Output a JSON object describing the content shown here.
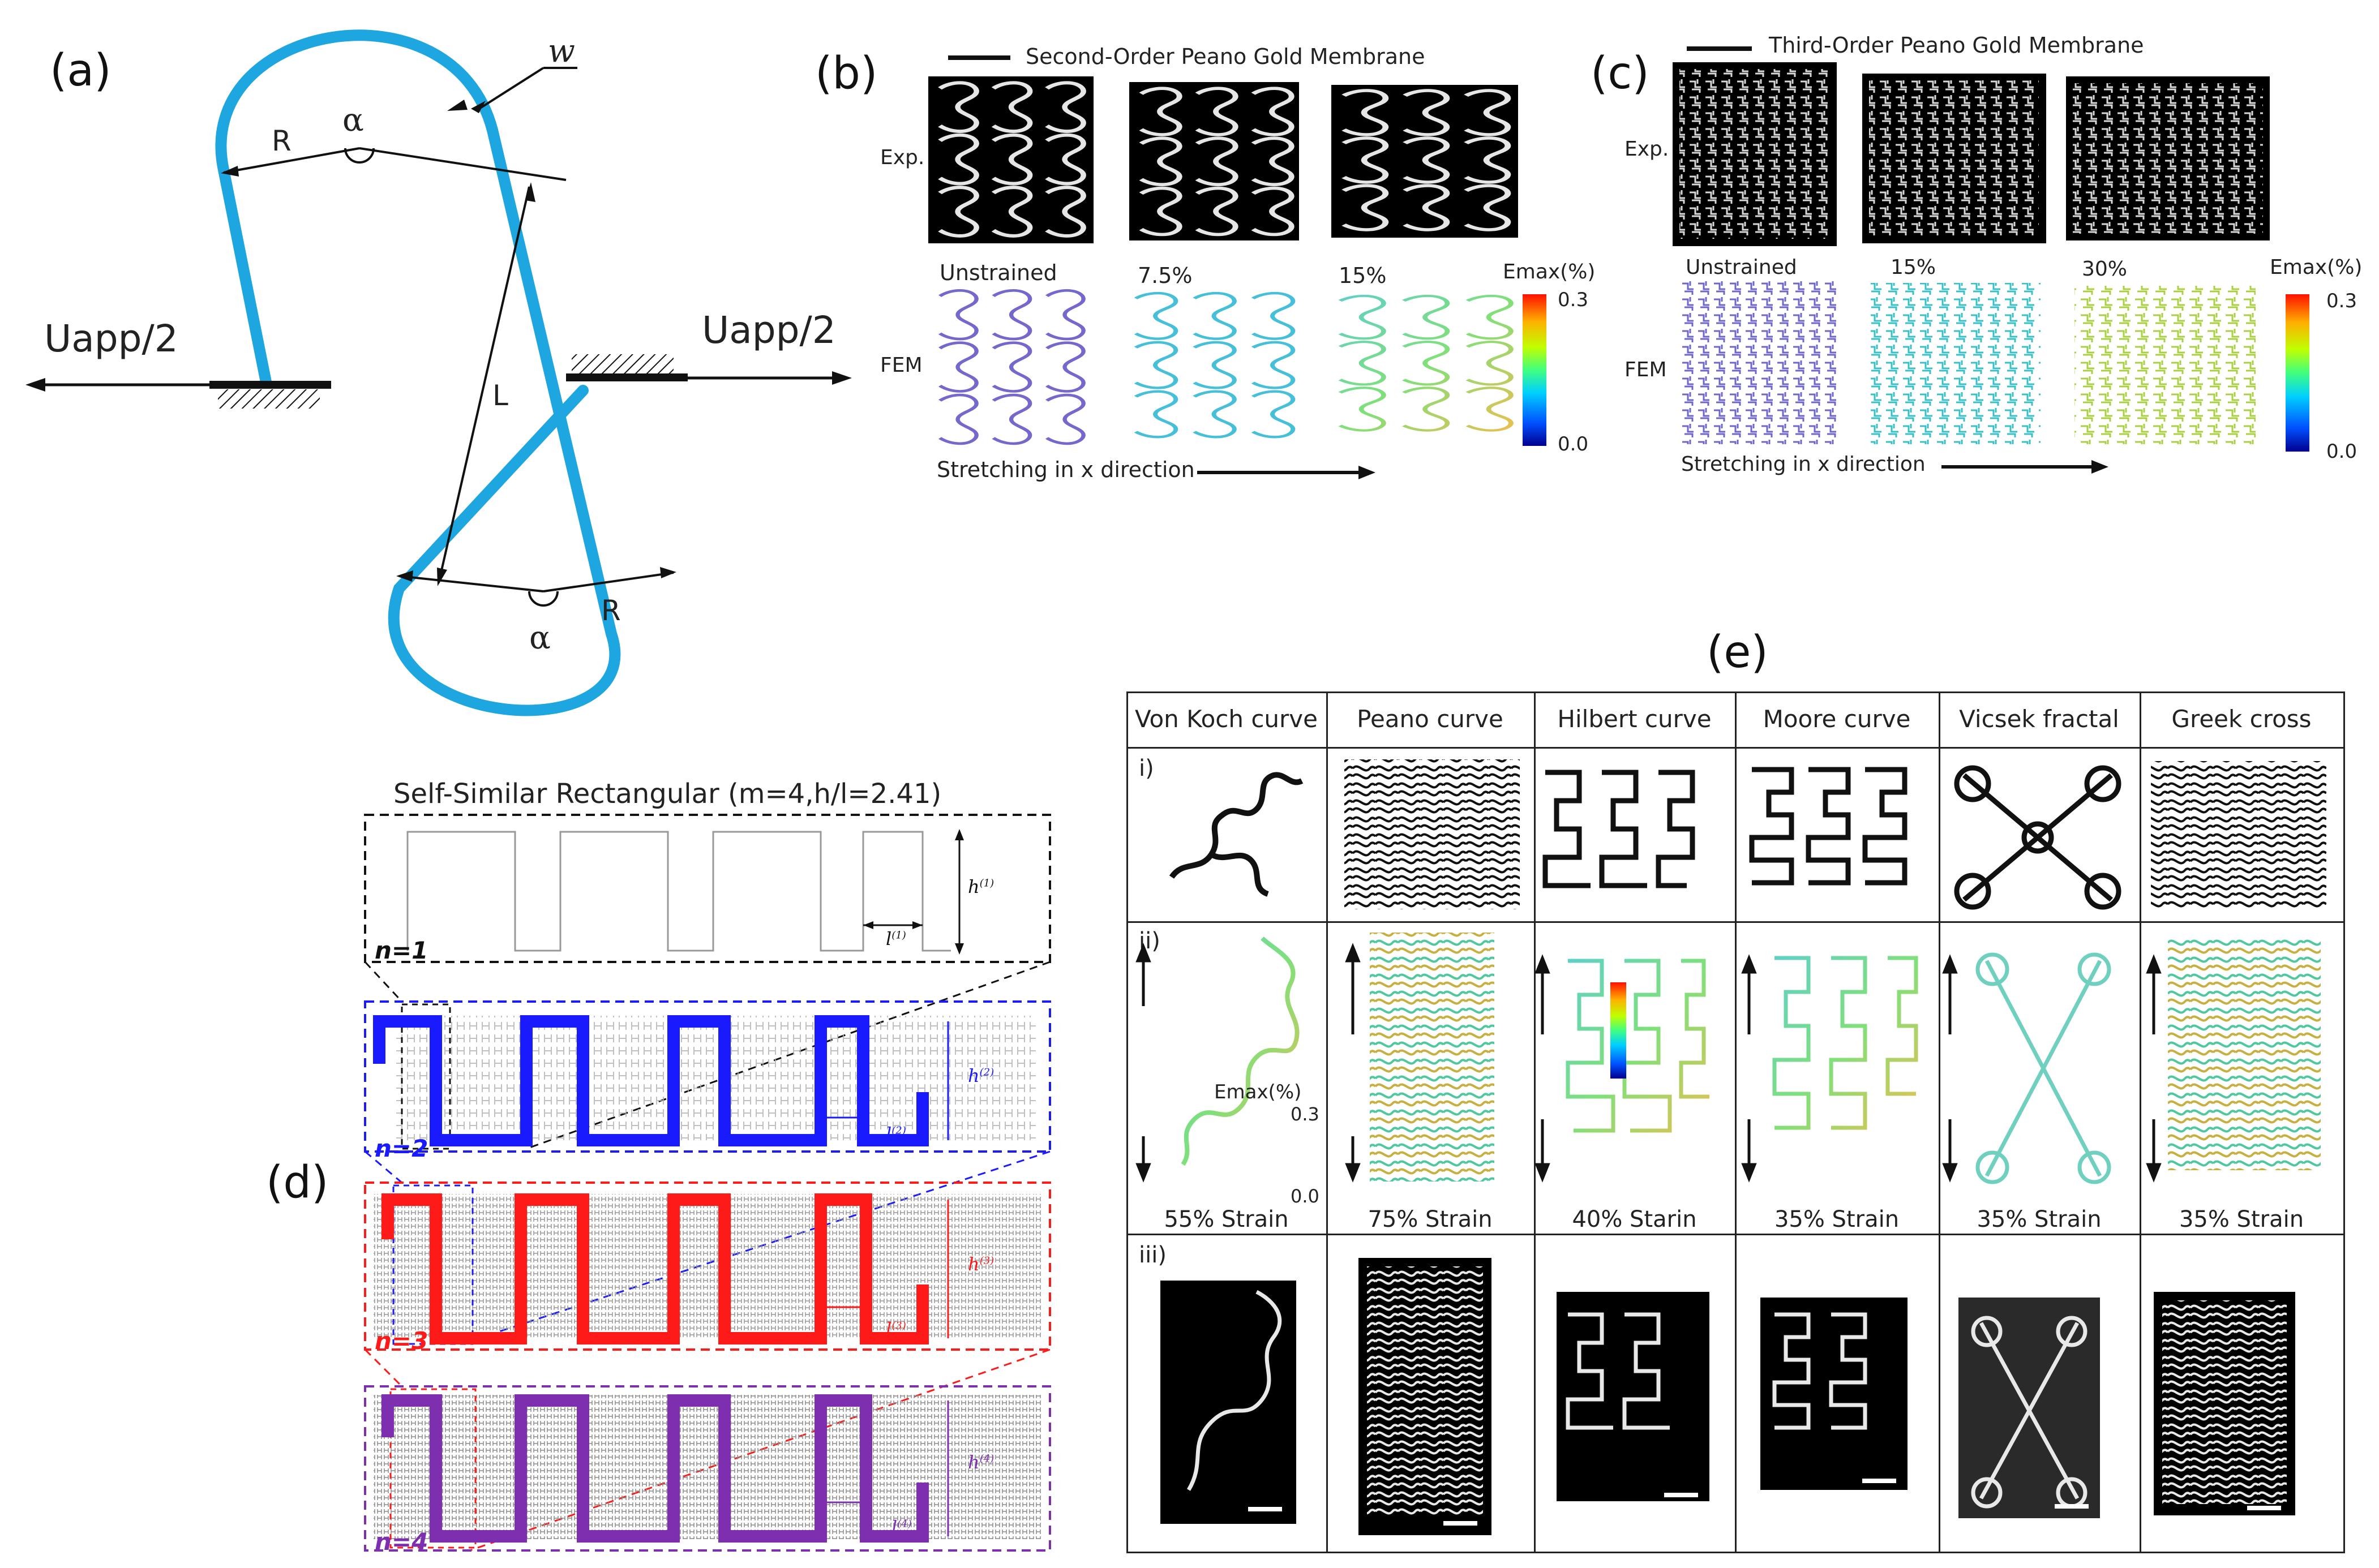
{
  "panel_a": {
    "label": "(a)",
    "w": "w",
    "alpha_top": "α",
    "R_top": "R",
    "L": "L",
    "alpha_bottom": "α",
    "R_bottom": "R",
    "u_left": "Uapp/2",
    "u_right": "Uapp/2",
    "curve_color": "#1ea6e0"
  },
  "panel_b": {
    "label": "(b)",
    "title": "Second-Order Peano Gold Membrane",
    "exp": "Exp.",
    "fem": "FEM",
    "strain_0": "Unstrained",
    "strain_1": "7.5%",
    "strain_2": "15%",
    "colorbar_title": "Emax(%)",
    "colorbar_max": "0.3",
    "colorbar_min": "0.0",
    "stretch": "Stretching in x direction"
  },
  "panel_c": {
    "label": "(c)",
    "title": "Third-Order Peano Gold Membrane",
    "exp": "Exp.",
    "fem": "FEM",
    "strain_0": "Unstrained",
    "strain_1": "15%",
    "strain_2": "30%",
    "colorbar_title": "Emax(%)",
    "colorbar_max": "0.3",
    "colorbar_min": "0.0",
    "stretch": "Stretching in x direction"
  },
  "panel_d": {
    "label": "(d)",
    "title": "Self-Similar Rectangular (m=4,h/l=2.41)",
    "n1": "n=1",
    "n2": "n=2",
    "n3": "n=3",
    "n4": "n=4",
    "h1": "h",
    "l1": "l",
    "sup1": "(1)",
    "sup2": "(2)",
    "sup3": "(3)",
    "sup4": "(4)",
    "color_n1": "#111111",
    "color_n2": "#1a1aff",
    "color_n3": "#ff1a1a",
    "color_n4": "#7e2fb0"
  },
  "panel_e": {
    "label": "(e)",
    "columns": [
      "Von Koch curve",
      "Peano curve",
      "Hilbert curve",
      "Moore curve",
      "Vicsek fractal",
      "Greek cross"
    ],
    "row_labels": [
      "i)",
      "ii)",
      "iii)"
    ],
    "strains": [
      "55% Strain",
      "75% Strain",
      "40% Starin",
      "35% Strain",
      "35% Strain",
      "35% Strain"
    ],
    "colorbar_title": "Emax(%)",
    "colorbar_max": "0.3",
    "colorbar_min": "0.0"
  }
}
